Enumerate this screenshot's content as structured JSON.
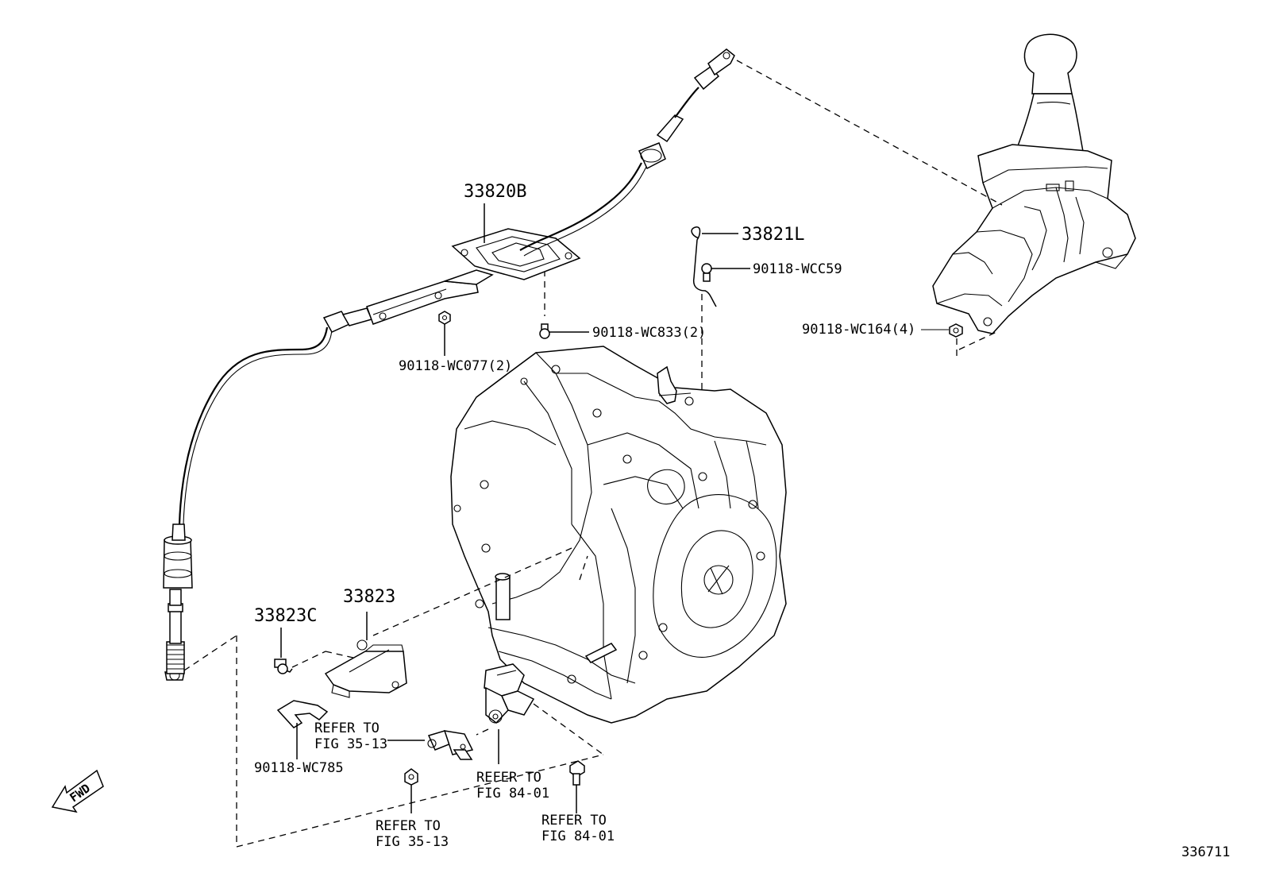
{
  "labels": {
    "shift_cable": "33820B",
    "clip_cable": "33821L",
    "bolt_wcc59": "90118-WCC59",
    "nut_wc164": "90118-WC164(4)",
    "bolt_wc833": "90118-WC833(2)",
    "nut_wc077": "90118-WC077(2)",
    "bracket_33823": "33823",
    "bolt_33823c": "33823C",
    "clip_wc785": "90118-WC785",
    "refer1_line1": "REFER TO",
    "refer1_line2": "FIG 35-13",
    "refer2_line1": "REFER TO",
    "refer2_line2": "FIG 84-01",
    "refer3_line1": "REFER TO",
    "refer3_line2": "FIG 35-13",
    "refer4_line1": "REFER TO",
    "refer4_line2": "FIG 84-01",
    "fwd": "FWD",
    "figure_number": "336711"
  }
}
